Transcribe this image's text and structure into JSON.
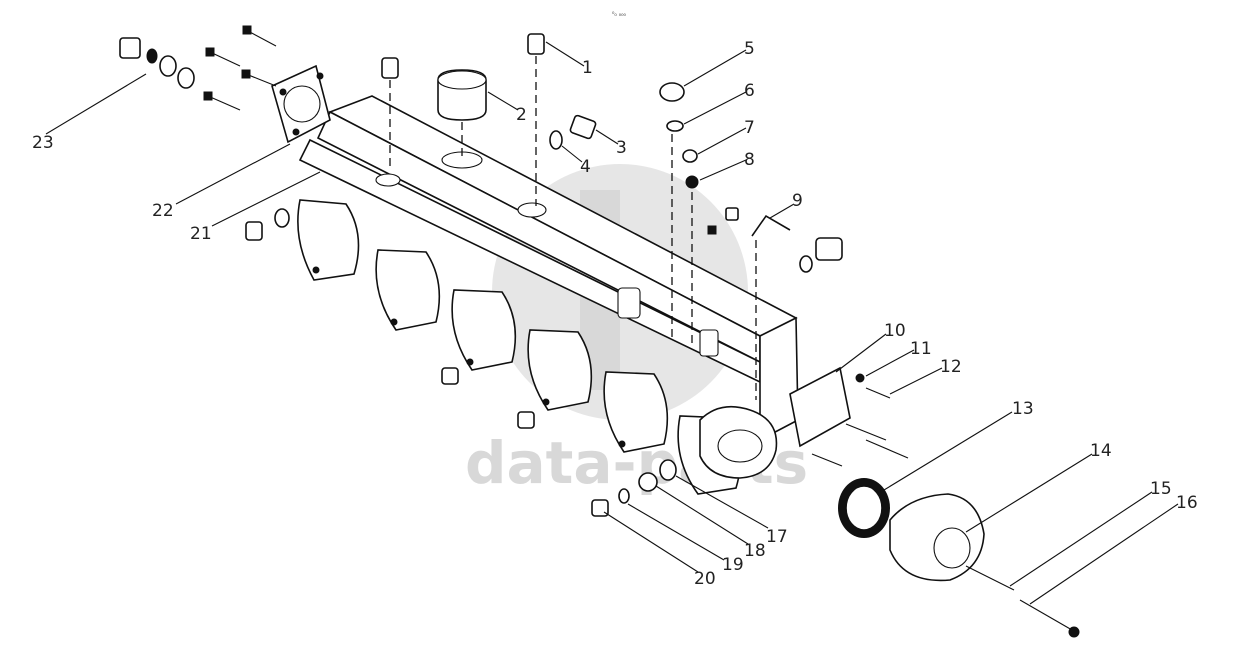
{
  "header_mark": "⁰₀ ₀₀₀",
  "watermark": {
    "text": "data-parts"
  },
  "callouts": [
    {
      "id": 1,
      "label": "1"
    },
    {
      "id": 2,
      "label": "2"
    },
    {
      "id": 3,
      "label": "3"
    },
    {
      "id": 4,
      "label": "4"
    },
    {
      "id": 5,
      "label": "5"
    },
    {
      "id": 6,
      "label": "6"
    },
    {
      "id": 7,
      "label": "7"
    },
    {
      "id": 8,
      "label": "8"
    },
    {
      "id": 9,
      "label": "9"
    },
    {
      "id": 10,
      "label": "10"
    },
    {
      "id": 11,
      "label": "11"
    },
    {
      "id": 12,
      "label": "12"
    },
    {
      "id": 13,
      "label": "13"
    },
    {
      "id": 14,
      "label": "14"
    },
    {
      "id": 15,
      "label": "15"
    },
    {
      "id": 16,
      "label": "16"
    },
    {
      "id": 17,
      "label": "17"
    },
    {
      "id": 18,
      "label": "18"
    },
    {
      "id": 19,
      "label": "19"
    },
    {
      "id": 20,
      "label": "20"
    },
    {
      "id": 21,
      "label": "21"
    },
    {
      "id": 22,
      "label": "22"
    },
    {
      "id": 23,
      "label": "23"
    }
  ]
}
